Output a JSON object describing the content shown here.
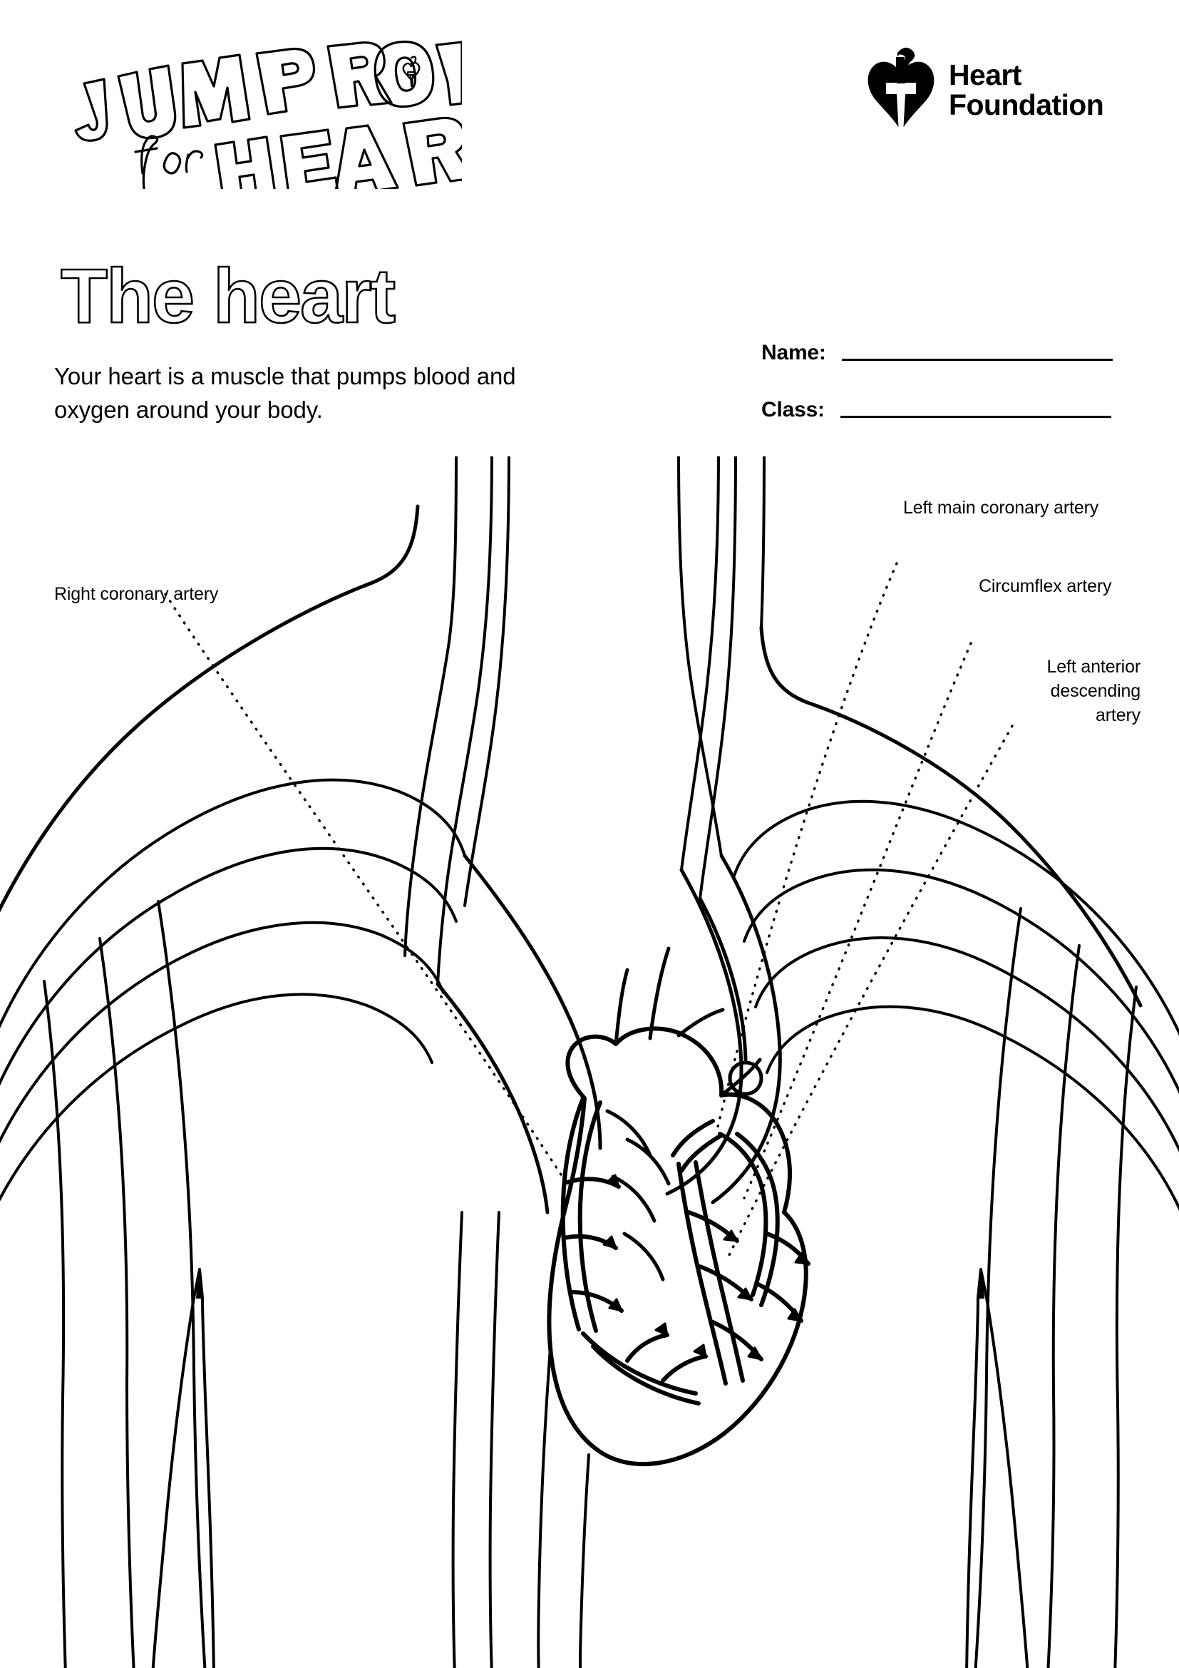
{
  "header": {
    "campaign_logo": {
      "line1": "JUMP ROPE",
      "line2_script": "for",
      "line3": "HEART",
      "icon": "heart-torch-icon"
    },
    "organisation_logo": {
      "line1": "Heart",
      "line2": "Foundation",
      "icon": "heart-torch-mark"
    }
  },
  "title": "The heart",
  "subtitle": "Your heart is a muscle that pumps blood and oxygen around your body.",
  "fields": [
    {
      "label": "Name:",
      "value": ""
    },
    {
      "label": "Class:",
      "value": ""
    }
  ],
  "annotations": [
    {
      "id": "right-coronary-artery",
      "text": "Right coronary artery",
      "side": "left"
    },
    {
      "id": "left-main-coronary-artery",
      "text": "Left main coronary artery",
      "side": "right"
    },
    {
      "id": "circumflex-artery",
      "text": "Circumflex artery",
      "side": "right"
    },
    {
      "id": "left-anterior-descending-artery",
      "line1": "Left anterior",
      "line2": "descending",
      "line3": "artery",
      "side": "right"
    }
  ],
  "diagram": {
    "name": "human-torso-with-heart-and-coronary-arteries",
    "style": "black-line-art-colouring-page",
    "stroke_color": "#000000",
    "background_color": "#ffffff"
  }
}
